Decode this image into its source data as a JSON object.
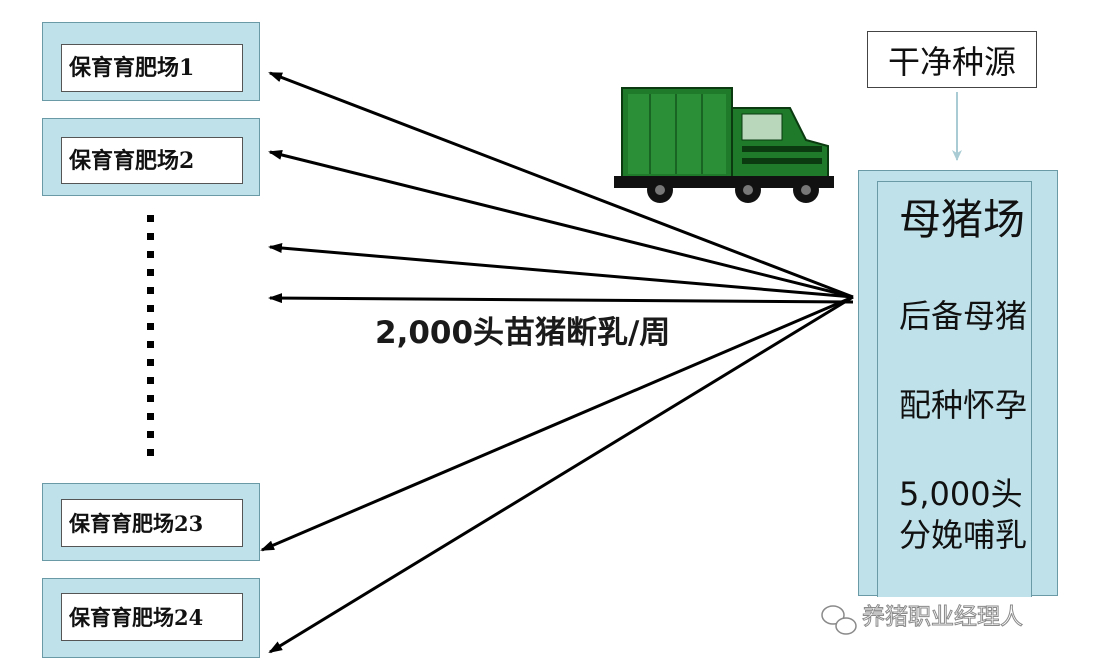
{
  "nursery_farms": [
    {
      "label": "保育育肥场1"
    },
    {
      "label": "保育育肥场2"
    },
    {
      "label": "保育育肥场23"
    },
    {
      "label": "保育育肥场24"
    }
  ],
  "gene_source": {
    "label": "干净种源"
  },
  "sow_farm": {
    "title": "母猪场",
    "gilt_label": "后备母猪",
    "breeding_label": "配种怀孕",
    "sow_count": "5,000头",
    "farrowing_label": "分娩哺乳"
  },
  "flow_label": "2,000头苗猪断乳/周",
  "watermark": "养猪职业经理人",
  "icons": [
    "truck-icon",
    "wechat-icon"
  ],
  "colors": {
    "box_fill": "#bfe2ea",
    "truck_green": "#1f7a2a",
    "arrow": "#000000"
  }
}
